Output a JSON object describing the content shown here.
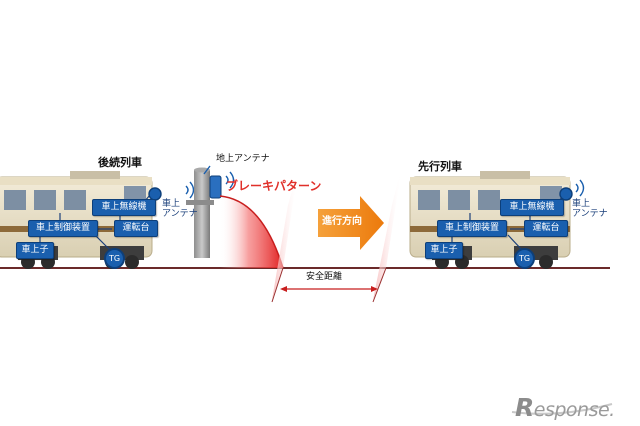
{
  "rear_train": {
    "title": "後続列車",
    "radio": "車上無線機",
    "control": "車上制御装置",
    "cab": "運転台",
    "transponder": "車上子",
    "tg": "TG",
    "antenna_label": "車上\nアンテナ"
  },
  "front_train": {
    "title": "先行列車",
    "radio": "車上無線機",
    "control": "車上制御装置",
    "cab": "運転台",
    "transponder": "車上子",
    "tg": "TG",
    "antenna_label": "車上\nアンテナ"
  },
  "ground_antenna": "地上アンテナ",
  "brake_pattern": "ブレーキパターン",
  "direction": "進行方向",
  "safe_distance": "安全距離",
  "logo": {
    "big": "R",
    "rest": "esponse."
  },
  "colors": {
    "box_blue": "#1a5fae",
    "brake_red": "#e0302a",
    "arrow_orange": "#f08a1c"
  }
}
